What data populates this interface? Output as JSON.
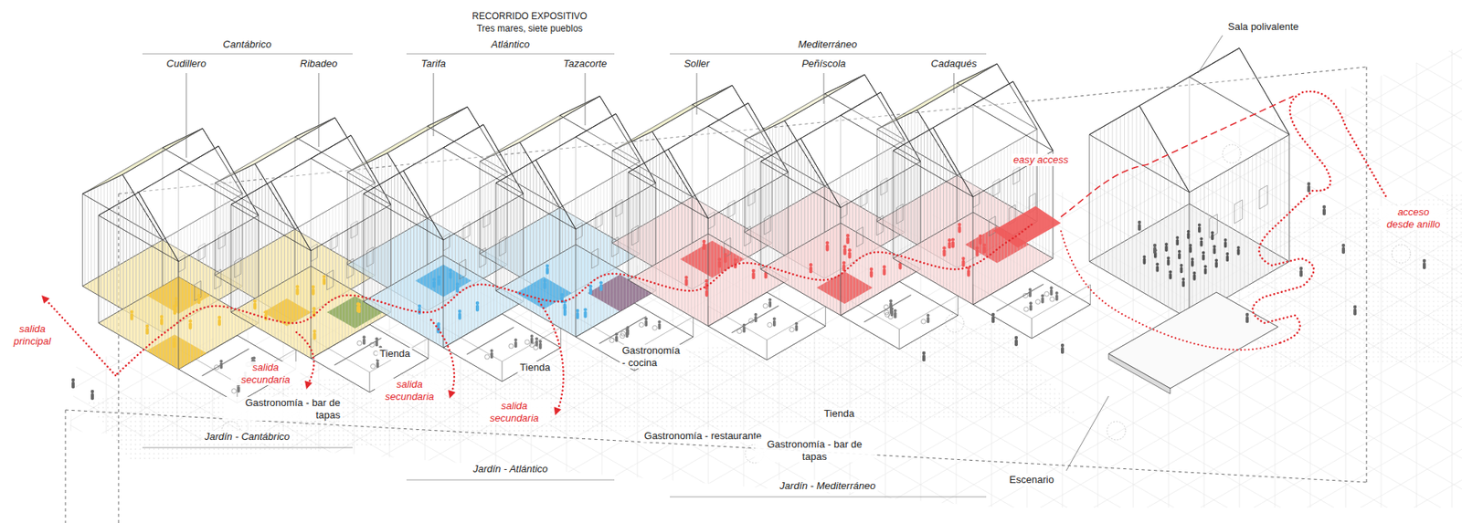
{
  "diagram": {
    "title": "RECORRIDO EXPOSITIVO",
    "labels": [
      "Tres mares, siete pueblos",
      "Cantábrico",
      "Atlántico",
      "Mediterráneo",
      "Cudillero",
      "Ribadeo",
      "Tarifa",
      "Tazacorte",
      "Soller",
      "Peñíscola",
      "Cadaqués",
      "Sala polivalente",
      "easy access",
      "acceso desde anillo",
      "salida principal",
      "salida secundaria",
      "salida secundaria",
      "salida secundaria",
      "Tienda",
      "Gastronomía - bar de tapas",
      "Tienda",
      "Gastronomía - cocina",
      "Tienda",
      "Gastronomía - restaurante",
      "Gastronomía - bar de tapas",
      "Jardín - Cantábrico",
      "Jardín - Atlántico",
      "Jardín - Mediterráneo",
      "Escenario"
    ]
  }
}
